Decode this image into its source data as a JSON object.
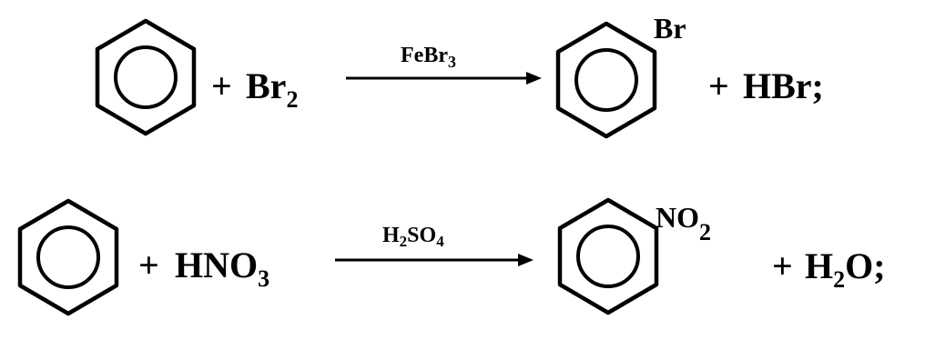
{
  "reactions": [
    {
      "reagent": "Br",
      "reagent_sub": "2",
      "catalyst_main": "FeBr",
      "catalyst_sub": "3",
      "product_substituent": "Br",
      "byproduct": "HBr;"
    },
    {
      "reagent": "HNO",
      "reagent_sub": "3",
      "catalyst_h": "H",
      "catalyst_h_sub": "2",
      "catalyst_so": "SO",
      "catalyst_so_sub": "4",
      "product_substituent_main": "NO",
      "product_substituent_sub": "2",
      "byproduct_h": "H",
      "byproduct_h_sub": "2",
      "byproduct_o": "O;"
    }
  ],
  "plus": "+"
}
